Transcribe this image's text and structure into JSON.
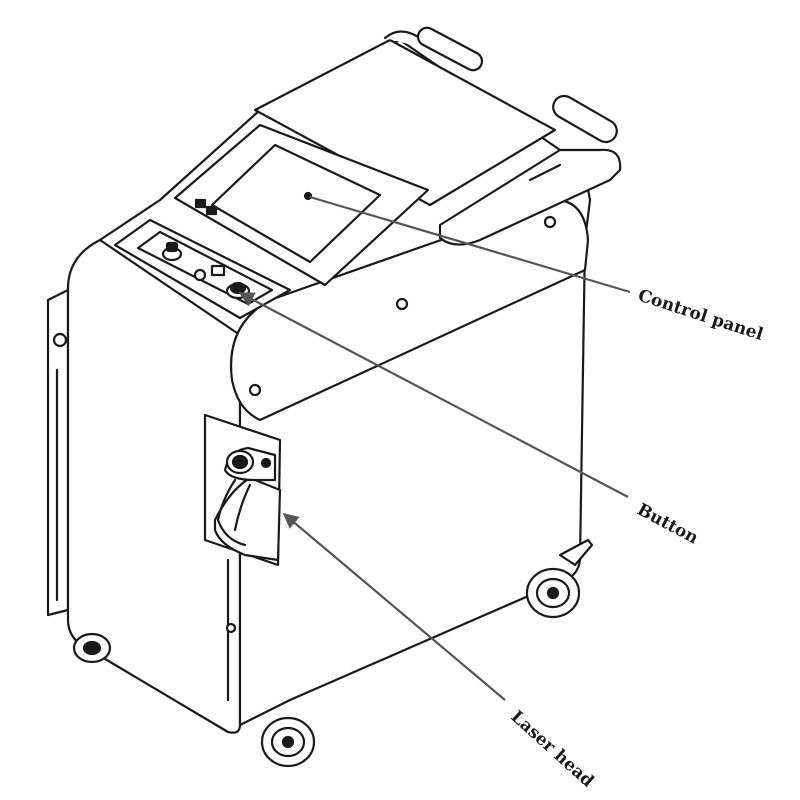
{
  "callouts": {
    "control_panel": "Control panel",
    "button": "Button",
    "laser_head": "Laser head"
  },
  "colors": {
    "line": "#1a1a1a",
    "leader": "#555555",
    "fill": "#ffffff"
  }
}
